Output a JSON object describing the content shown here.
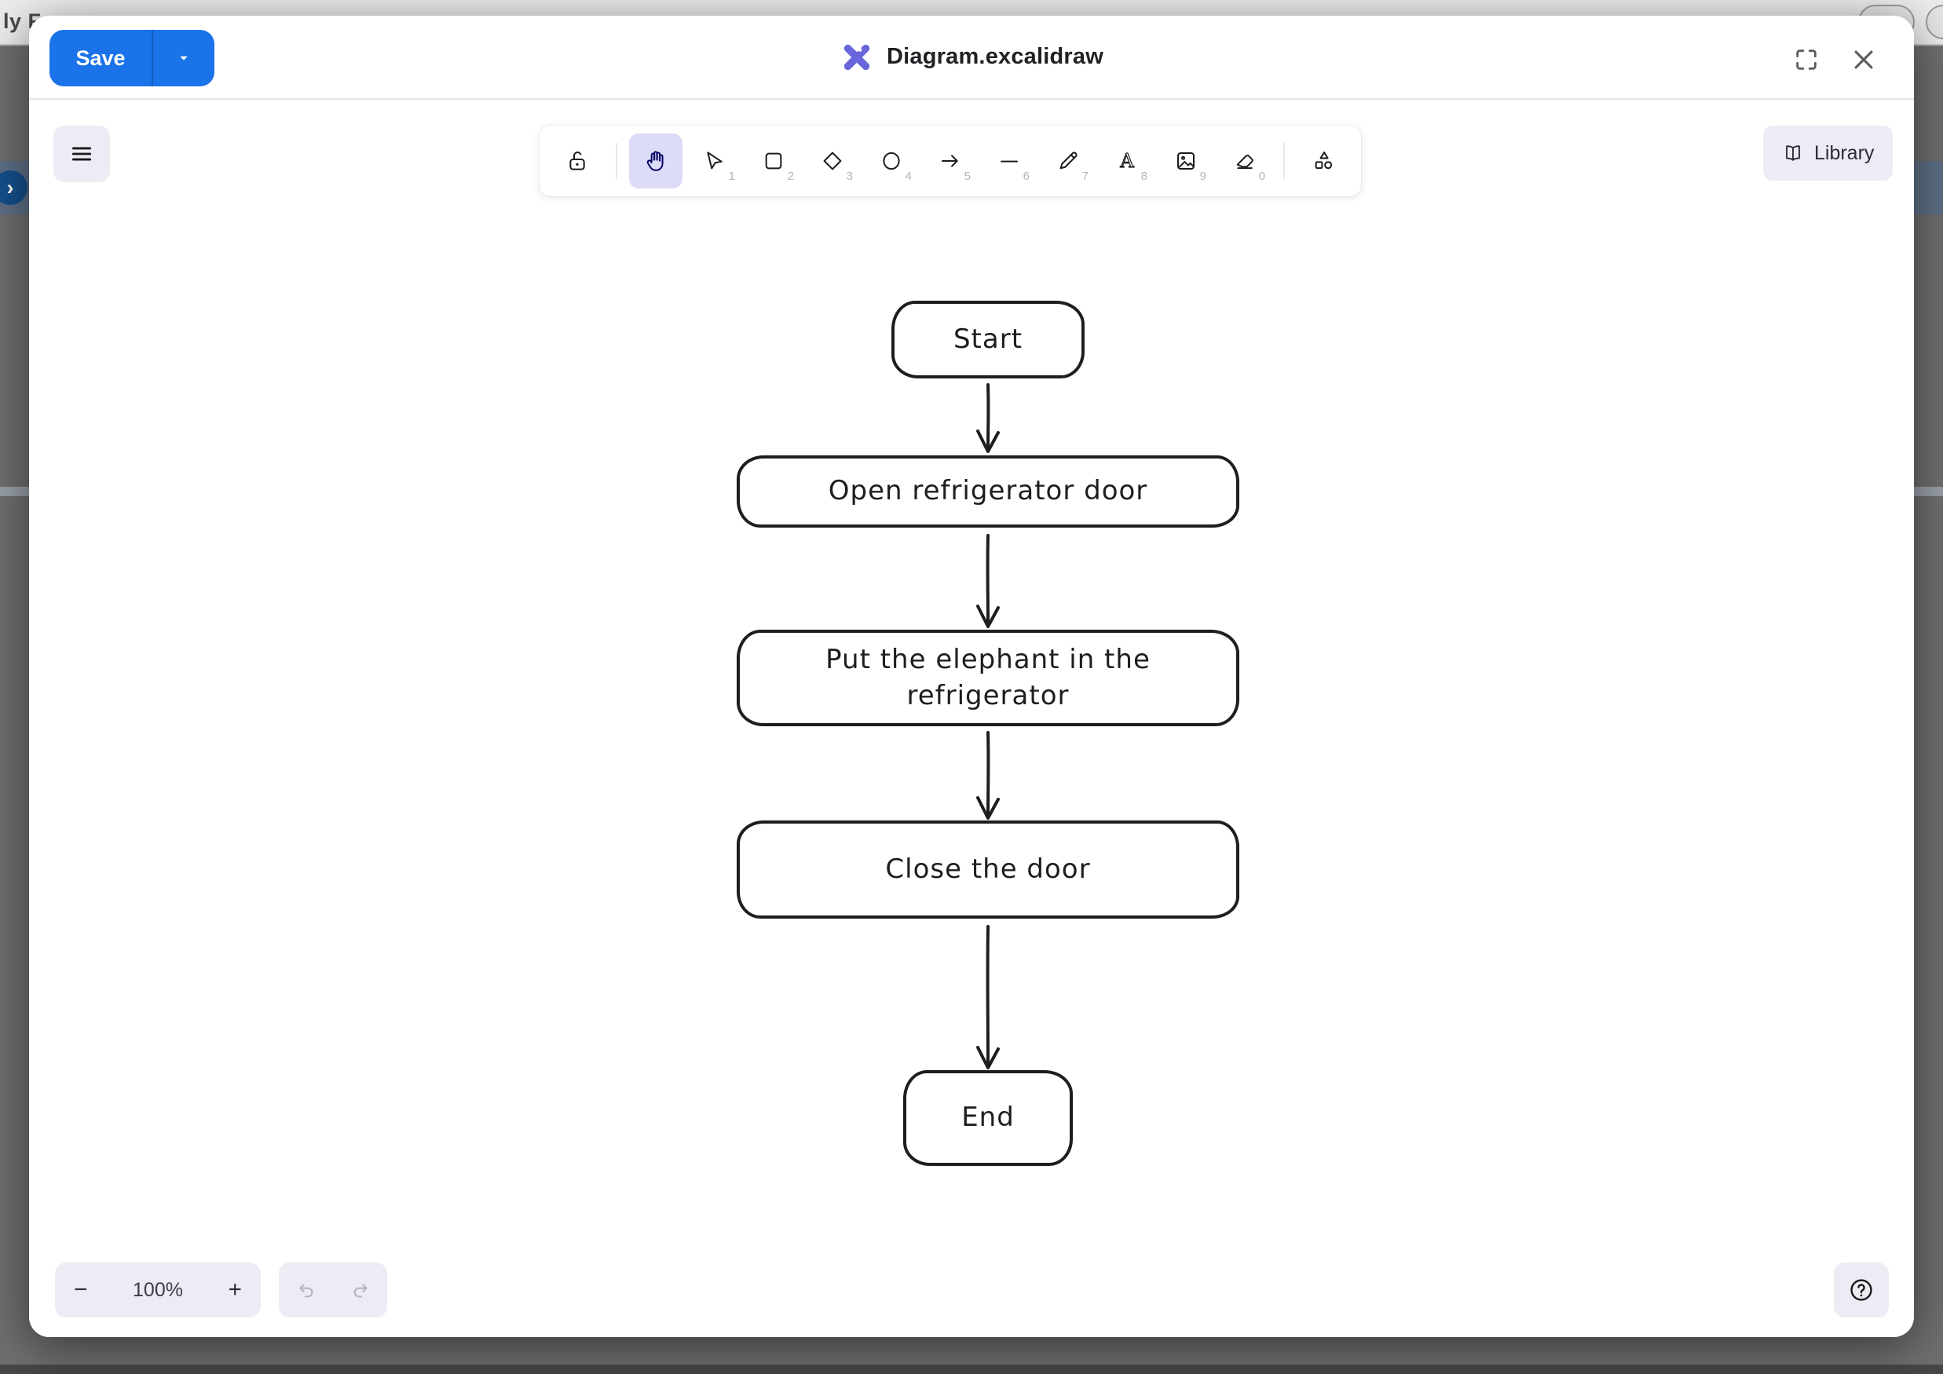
{
  "background": {
    "page_title_fragment": "ly F",
    "row_chevron": "›"
  },
  "modal": {
    "header": {
      "save_label": "Save",
      "title": "Diagram.excalidraw"
    }
  },
  "toolbar": {
    "tools": [
      {
        "name": "lock",
        "shortcut": ""
      },
      {
        "name": "hand",
        "shortcut": "",
        "selected": true
      },
      {
        "name": "selection",
        "shortcut": "1"
      },
      {
        "name": "rectangle",
        "shortcut": "2"
      },
      {
        "name": "diamond",
        "shortcut": "3"
      },
      {
        "name": "ellipse",
        "shortcut": "4"
      },
      {
        "name": "arrow",
        "shortcut": "5"
      },
      {
        "name": "line",
        "shortcut": "6"
      },
      {
        "name": "draw",
        "shortcut": "7"
      },
      {
        "name": "text",
        "shortcut": "8"
      },
      {
        "name": "image",
        "shortcut": "9"
      },
      {
        "name": "eraser",
        "shortcut": "0"
      },
      {
        "name": "more-shapes",
        "shortcut": ""
      }
    ]
  },
  "library_button": {
    "label": "Library"
  },
  "footer": {
    "zoom": {
      "minus_label": "−",
      "level": "100%",
      "plus_label": "+"
    }
  },
  "diagram": {
    "type": "flowchart",
    "nodes": [
      {
        "id": "start",
        "label": "Start"
      },
      {
        "id": "open",
        "label": "Open refrigerator door"
      },
      {
        "id": "put",
        "label": "Put the elephant in the\nrefrigerator"
      },
      {
        "id": "close",
        "label": "Close the door"
      },
      {
        "id": "end",
        "label": "End"
      }
    ],
    "edges": [
      {
        "from": "start",
        "to": "open"
      },
      {
        "from": "open",
        "to": "put"
      },
      {
        "from": "put",
        "to": "close"
      },
      {
        "from": "close",
        "to": "end"
      }
    ]
  },
  "colors": {
    "accent_blue": "#1a73e8",
    "excalidraw_purple": "#6965db",
    "selected_tool_bg": "#dcdcf8",
    "selected_tool_icon": "#030064",
    "island_bg": "#ececf4",
    "diagram_stroke": "#1e1e1e"
  }
}
